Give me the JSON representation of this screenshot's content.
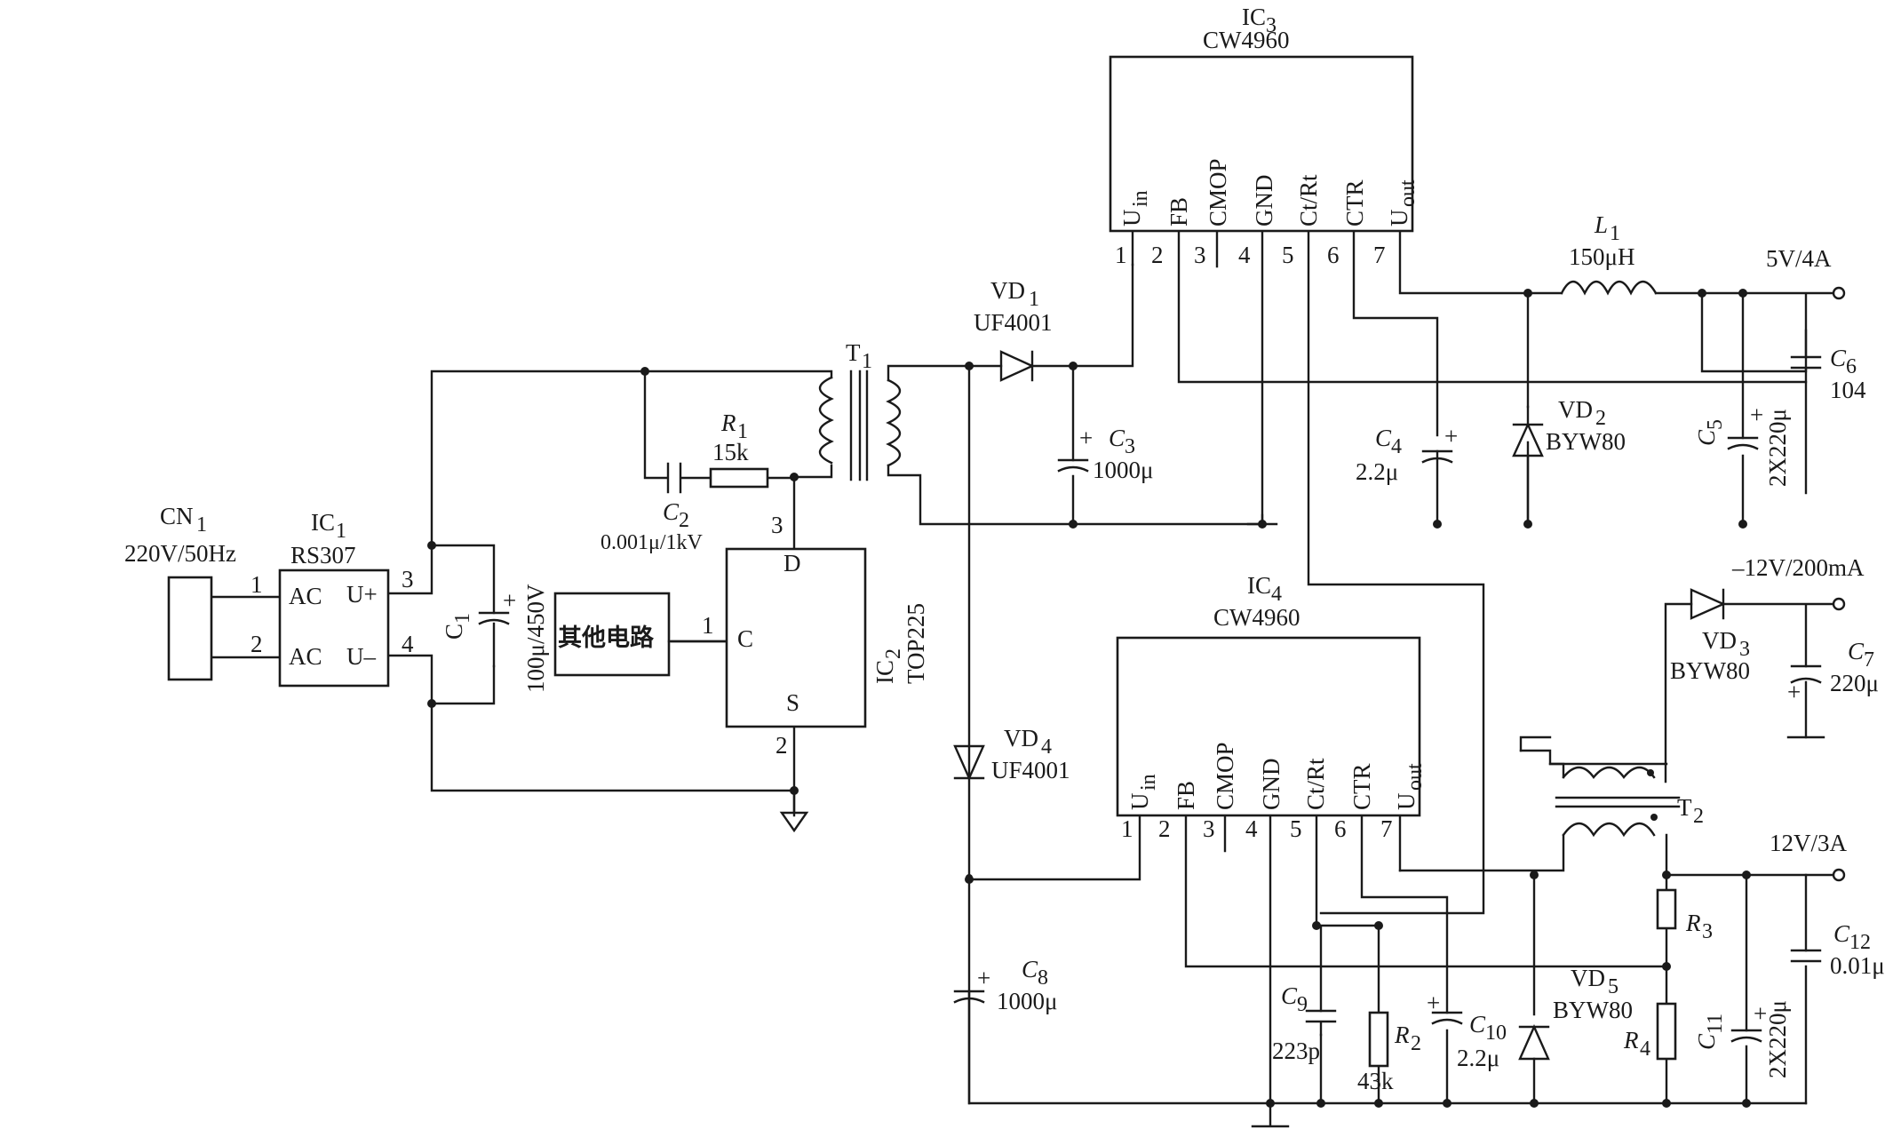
{
  "cn1": {
    "ref": "CN",
    "sub": "1",
    "rating": "220V/50Hz"
  },
  "ic1": {
    "ref": "IC",
    "sub": "1",
    "part": "RS307",
    "ac1": "AC",
    "ac2": "AC",
    "up": "U+",
    "um": "U–",
    "p1": "1",
    "p2": "2",
    "p3": "3",
    "p4": "4"
  },
  "c1": {
    "ref": "C",
    "sub": "1",
    "value": "100μ/450V"
  },
  "other": {
    "label": "其他电路"
  },
  "ic2": {
    "ref": "IC",
    "sub": "2",
    "part": "TOP225",
    "d": "D",
    "c": "C",
    "s": "S",
    "p1": "1",
    "p2": "2",
    "p3": "3"
  },
  "r1": {
    "ref": "R",
    "sub": "1",
    "value": "15k"
  },
  "c2": {
    "ref": "C",
    "sub": "2",
    "value": "0.001μ/1kV"
  },
  "t1": {
    "ref": "T",
    "sub": "1"
  },
  "vd1": {
    "ref": "VD",
    "sub": "1",
    "part": "UF4001"
  },
  "c3": {
    "ref": "C",
    "sub": "3",
    "value": "1000μ"
  },
  "ic3": {
    "ref": "IC",
    "sub": "3",
    "part": "CW4960"
  },
  "ic4": {
    "ref": "IC",
    "sub": "4",
    "part": "CW4960"
  },
  "pins": {
    "uin": "U",
    "uin_sub": "in",
    "fb": "FB",
    "cmop": "CMOP",
    "gnd": "GND",
    "ctrt": "Ct/Rt",
    "ctr": "CTR",
    "uout": "U",
    "uout_sub": "out",
    "n1": "1",
    "n2": "2",
    "n3": "3",
    "n4": "4",
    "n5": "5",
    "n6": "6",
    "n7": "7"
  },
  "l1": {
    "ref": "L",
    "sub": "1",
    "value": "150μH"
  },
  "out5": {
    "label": "5V/4A"
  },
  "c6": {
    "ref": "C",
    "sub": "6",
    "value": "104"
  },
  "vd2": {
    "ref": "VD",
    "sub": "2",
    "part": "BYW80"
  },
  "c4": {
    "ref": "C",
    "sub": "4",
    "value": "2.2μ"
  },
  "c5": {
    "ref": "C",
    "sub": "5",
    "value": "2X220μ"
  },
  "outm12": {
    "label": "–12V/200mA"
  },
  "vd3": {
    "ref": "VD",
    "sub": "3",
    "part": "BYW80"
  },
  "c7": {
    "ref": "C",
    "sub": "7",
    "value": "220μ"
  },
  "vd4": {
    "ref": "VD",
    "sub": "4",
    "part": "UF4001"
  },
  "t2": {
    "ref": "T",
    "sub": "2"
  },
  "out12": {
    "label": "12V/3A"
  },
  "r3": {
    "ref": "R",
    "sub": "3"
  },
  "r4": {
    "ref": "R",
    "sub": "4"
  },
  "c12": {
    "ref": "C",
    "sub": "12",
    "value": "0.01μ"
  },
  "vd5": {
    "ref": "VD",
    "sub": "5",
    "part": "BYW80"
  },
  "c11": {
    "ref": "C",
    "sub": "11",
    "value": "2X220μ"
  },
  "c8": {
    "ref": "C",
    "sub": "8",
    "value": "1000μ"
  },
  "c9": {
    "ref": "C",
    "sub": "9",
    "value": "223p"
  },
  "r2": {
    "ref": "R",
    "sub": "2",
    "value": "43k"
  },
  "c10": {
    "ref": "C",
    "sub": "10",
    "value": "2.2μ"
  },
  "plus": "+"
}
